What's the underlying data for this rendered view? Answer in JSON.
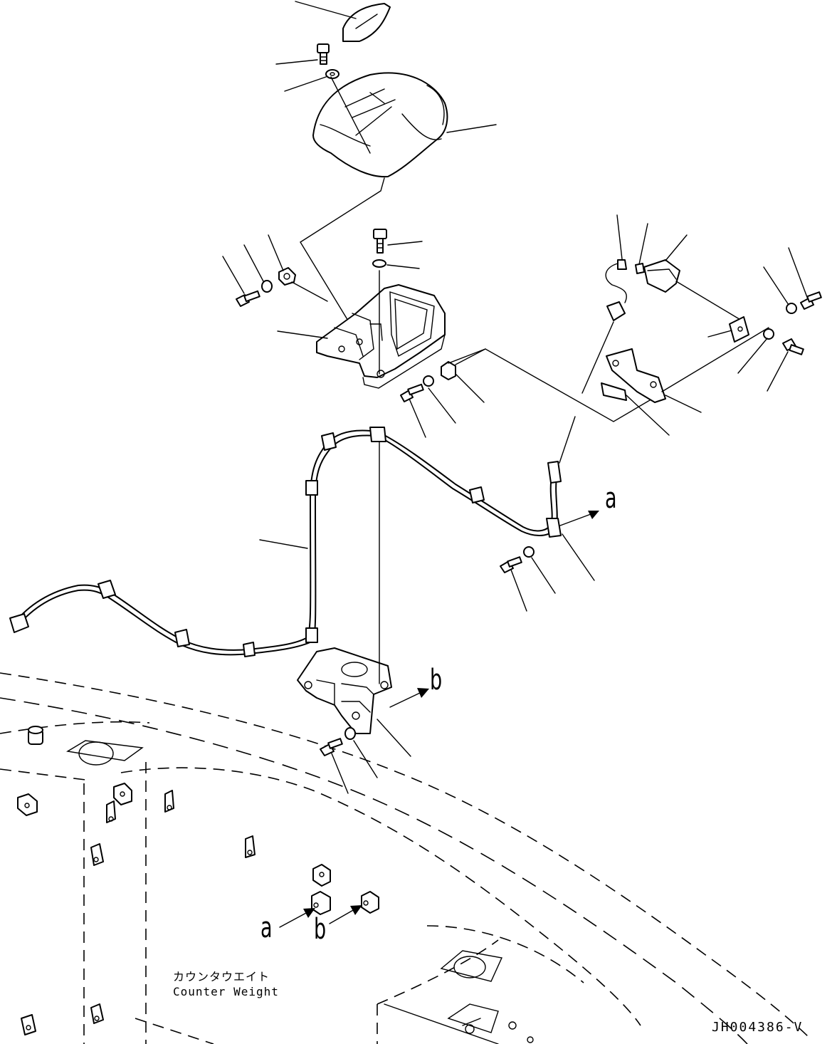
{
  "callouts": {
    "a_upper": "a",
    "b_upper": "b",
    "a_lower": "a",
    "b_lower": "b"
  },
  "counterweight": {
    "label_jp": "カウンタウエイト",
    "label_en": "Counter Weight"
  },
  "drawing_code": "JH004386-V"
}
